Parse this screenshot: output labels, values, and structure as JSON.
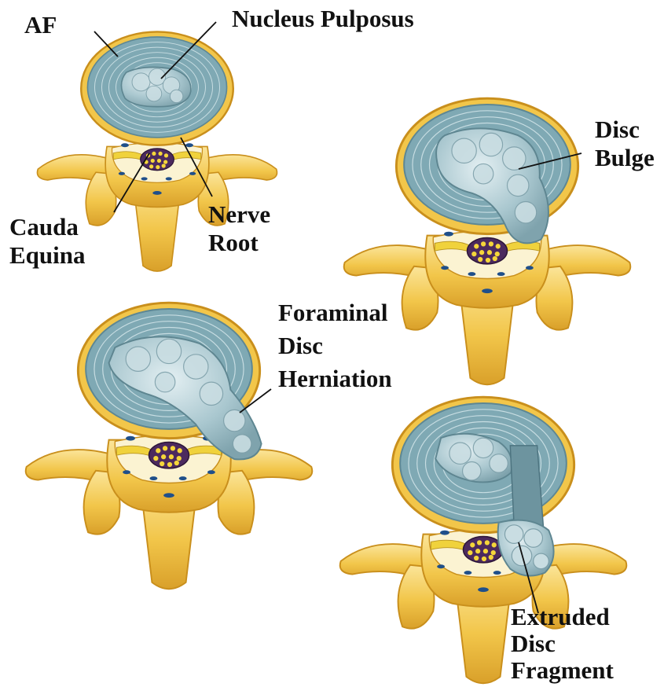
{
  "labels": {
    "af": "AF",
    "nucleus_pulposus": "Nucleus Pulposus",
    "cauda_equina": [
      "Cauda",
      "Equina"
    ],
    "nerve_root": [
      "Nerve",
      "Root"
    ],
    "disc_bulge": [
      "Disc",
      "Bulge"
    ],
    "foraminal_disc_herniation": [
      "Foraminal",
      "Disc",
      "Herniation"
    ],
    "extruded_disc_fragment": [
      "Extruded",
      "Disc",
      "Fragment"
    ]
  },
  "colors": {
    "bone": "#f2c64a",
    "bone_dark": "#c98f1c",
    "bone_light": "#fbe59a",
    "annulus": "#7fa9b4",
    "annulus_ring": "#d9eaee",
    "nucleus": "#b9d3da",
    "nucleus_shade": "#8fb3bd",
    "canal": "#fbf3d2",
    "cord": "#4c2a5e",
    "nerve": "#f0d23c",
    "vessel": "#1f4f8a"
  }
}
